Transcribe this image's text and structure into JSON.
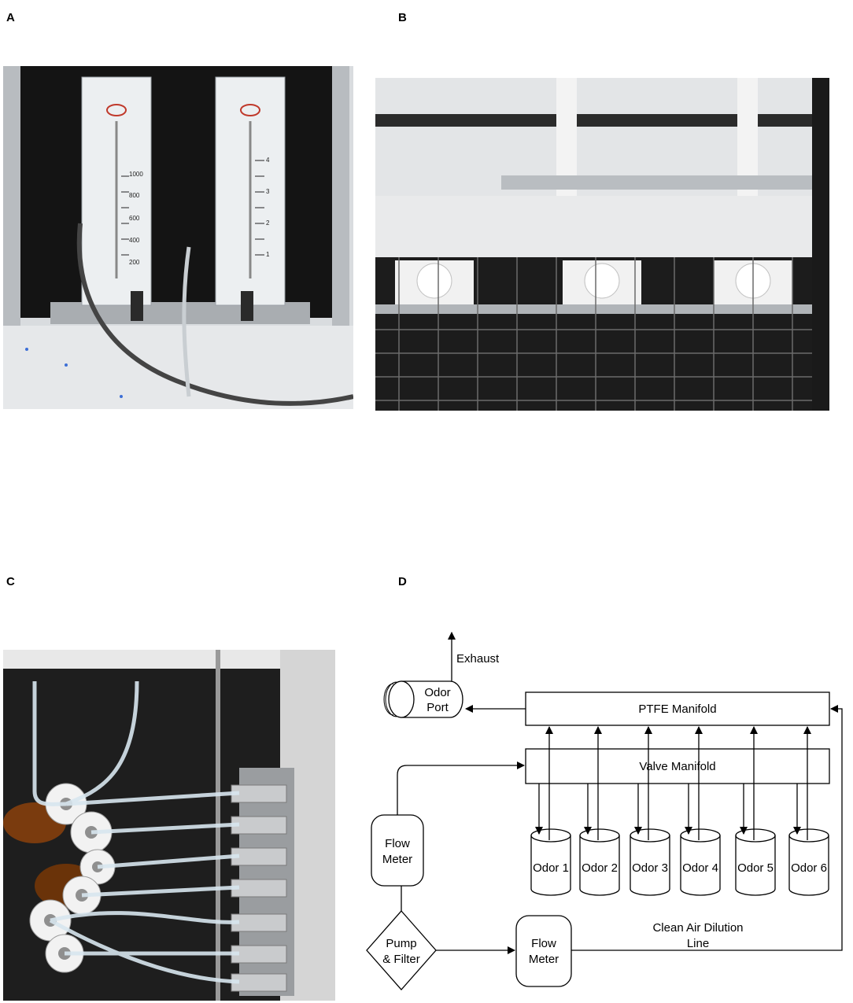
{
  "panels": {
    "a": "A",
    "b": "B",
    "c": "C",
    "d": "D"
  },
  "photos": {
    "a": {
      "scale_left": [
        "1000",
        "800",
        "600",
        "400",
        "200"
      ],
      "scale_right": [
        "4",
        "3",
        "2",
        "1"
      ]
    }
  },
  "diagram": {
    "exhaust": "Exhaust",
    "odor_port_line1": "Odor",
    "odor_port_line2": "Port",
    "ptfe_manifold": "PTFE Manifold",
    "valve_manifold": "Valve Manifold",
    "flow_meter_top_line1": "Flow",
    "flow_meter_top_line2": "Meter",
    "pump_line1": "Pump",
    "pump_line2": "& Filter",
    "flow_meter_bottom_line1": "Flow",
    "flow_meter_bottom_line2": "Meter",
    "dilution_line1": "Clean Air Dilution",
    "dilution_line2": "Line",
    "odors": [
      "Odor 1",
      "Odor 2",
      "Odor 3",
      "Odor 4",
      "Odor 5",
      "Odor 6"
    ]
  }
}
